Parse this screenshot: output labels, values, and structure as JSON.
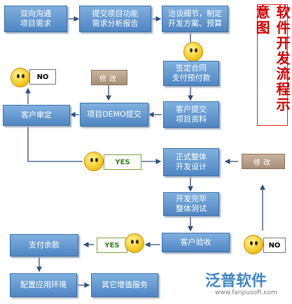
{
  "title": "软件开发流程示意图",
  "steps": {
    "s1": "双向沟通\n项目需求",
    "s2": "提交项目功能\n需求分析报告",
    "s3": "洽谈细节，制定\n开发方案、预算",
    "s4": "签定合同\n支付预付款",
    "s5": "客户提交\n项目资料",
    "s6": "项目DEMO提交",
    "s7": "客户审定",
    "s8": "正式整体\n开发设计",
    "s9": "开发完毕\n整体测试",
    "s10": "客户验收",
    "s11": "支付余款",
    "s12": "配置应用环境",
    "s13": "其它增值服务"
  },
  "modify_label": "修改",
  "no_label": "NO",
  "yes_label": "YES",
  "logo": {
    "name": "泛普软件",
    "url": "www.fanpusoft.com"
  },
  "colors": {
    "box": "#5b90c9",
    "title": "#d40000",
    "edit": "#a78e76"
  }
}
